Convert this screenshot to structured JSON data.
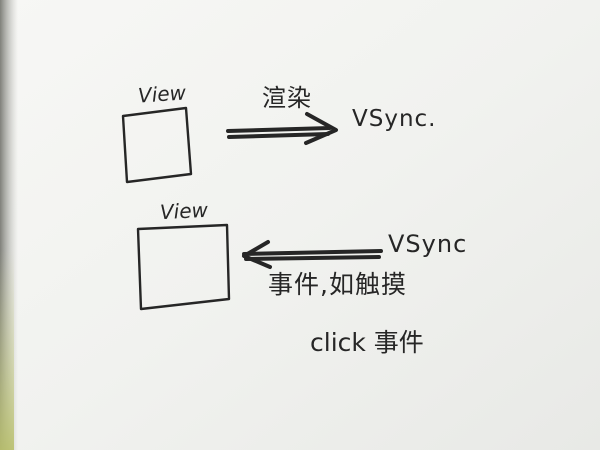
{
  "diagram": {
    "top_box_label": "View",
    "top_arrow_label": "渲染",
    "top_target_label": "VSync.",
    "bottom_box_label": "View",
    "bottom_source_label": "VSync",
    "bottom_note_line1": "事件,如触摸",
    "bottom_note_line2": "click 事件"
  },
  "colors": {
    "paper": "#f3f4f2",
    "ink": "#262626",
    "shadow_left": "#8d8e87",
    "shadow_bottom_left": "#b9c06c"
  }
}
